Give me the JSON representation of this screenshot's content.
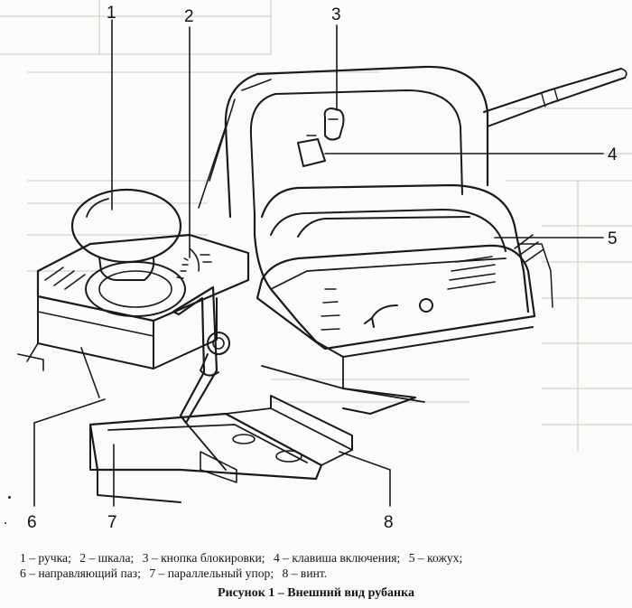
{
  "figure": {
    "callouts": [
      "1",
      "2",
      "3",
      "4",
      "5",
      "6",
      "7",
      "8"
    ],
    "legend_line1": [
      "1 – ручка;",
      "2 – шкала;",
      "3 – кнопка блокировки;",
      "4 – клавиша включения;",
      "5 – кожух;"
    ],
    "legend_line2": [
      "6 – направляющий паз;",
      "7 – параллельный упор;",
      "8 – винт."
    ],
    "caption": "Рисунок 1 – Внешний вид рубанка"
  }
}
